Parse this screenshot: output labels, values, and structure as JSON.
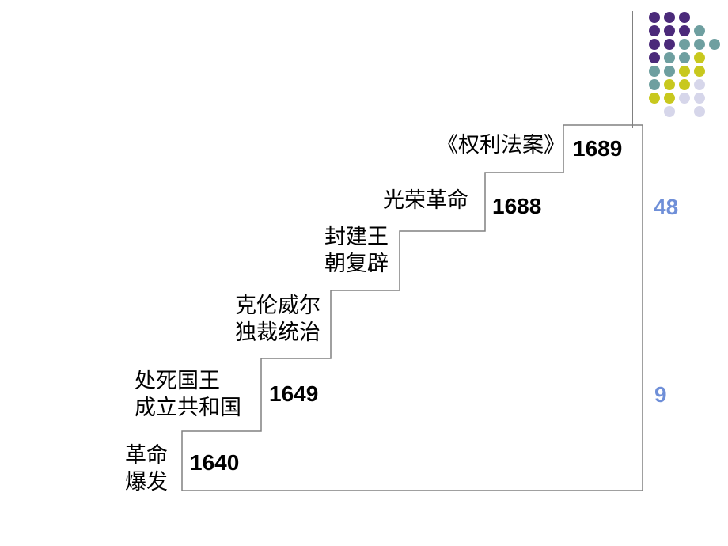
{
  "steps": [
    {
      "label_lines": [
        "革命",
        "爆发"
      ],
      "year": "1640"
    },
    {
      "label_lines": [
        "处死国王",
        "成立共和国"
      ],
      "year": "1649"
    },
    {
      "label_lines": [
        "克伦威尔",
        "独裁统治"
      ],
      "year": ""
    },
    {
      "label_lines": [
        "封建王",
        "朝复辟"
      ],
      "year": ""
    },
    {
      "label_lines": [
        "光荣革命"
      ],
      "year": "1688"
    },
    {
      "label_lines": [
        "《权利法案》"
      ],
      "year": "1689"
    }
  ],
  "side_numbers": {
    "upper": "48",
    "lower": "9"
  },
  "colors": {
    "purple": "#4b2a7a",
    "teal": "#6e9fa0",
    "yellow": "#c8c81e",
    "lavender": "#d6d6ea",
    "side_number": "#6f8fd8",
    "line": "#808080"
  }
}
